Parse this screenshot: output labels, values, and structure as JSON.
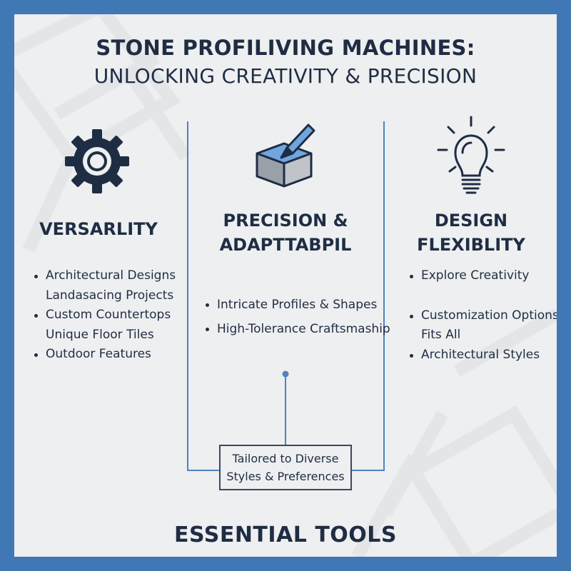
{
  "header": {
    "title_line1": "STONE PROFILIVING MACHINES:",
    "title_line2": "UNLOCKING CREATIVITY & PRECISION"
  },
  "columns": [
    {
      "icon": "gear-icon",
      "title": "VERSARLITY",
      "items": [
        "Architectural Designs",
        "Landasacing Projects",
        "Custom Countertops",
        "Unique Floor Tiles",
        "Outdoor Features"
      ]
    },
    {
      "icon": "stone-chisel-icon",
      "title_line1": "PRECISION &",
      "title_line2": "ADAPTTABPIL",
      "items": [
        "Intricate Profiles & Shapes",
        "High-Tolerance Craftsmaship"
      ]
    },
    {
      "icon": "lightbulb-icon",
      "title_line1": "DESIGN",
      "title_line2": "FLEXIBLITY",
      "items": [
        "Explore Creativity",
        "Customization Options",
        "Fits All",
        "Architectural Styles"
      ]
    }
  ],
  "note": {
    "line1": "Tailored to Diverse",
    "line2": "Styles & Preferences"
  },
  "footer": {
    "label": "ESSENTIAL TOOLS"
  },
  "colors": {
    "frame": "#3f78b5",
    "background": "#eeeff0",
    "text": "#1f2d44",
    "accent_line": "#4f83c2"
  }
}
